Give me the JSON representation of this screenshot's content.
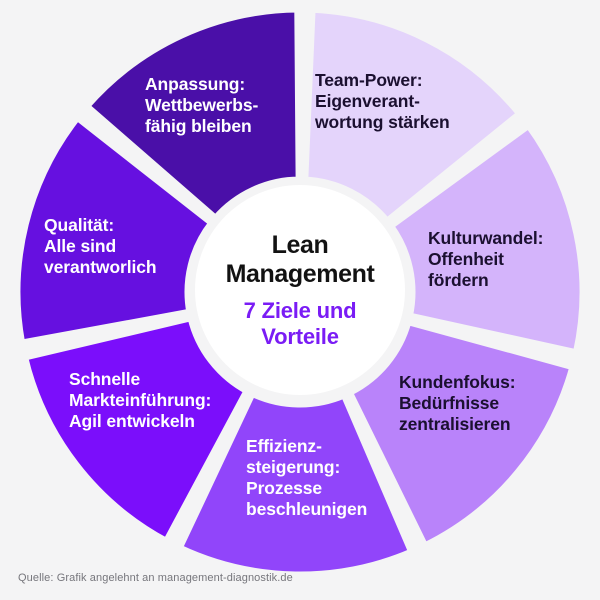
{
  "center": {
    "title": "Lean\nManagement",
    "subtitle": "7 Ziele und\nVorteile",
    "title_color": "#121212",
    "subtitle_color": "#7A1CF5"
  },
  "footer": {
    "source": "Quelle: Grafik angelehnt an management-diagnostik.de"
  },
  "background_color": "#f4f4f5",
  "chart_data": {
    "type": "pie",
    "title": "Lean Management – 7 Ziele und Vorteile",
    "subtitle": "7 Ziele und Vorteile",
    "variant": "donut",
    "legend": "none",
    "equal_segments": true,
    "segment_count": 7,
    "values": [
      1,
      1,
      1,
      1,
      1,
      1,
      1
    ],
    "categories": [
      "Team-Power: Eigenverantwortung stärken",
      "Kulturwandel: Offenheit fördern",
      "Kundenfokus: Bedürfnisse zentralisieren",
      "Effizienzsteigerung: Prozesse beschleunigen",
      "Schnelle Markteinführung: Agil entwickeln",
      "Qualität: Alle sind verantworlich",
      "Anpassung: Wettbewerbsfähig bleiben"
    ],
    "colors": [
      "#E4D4FB",
      "#D4B4FB",
      "#B983FA",
      "#9145FA",
      "#7B0EFB",
      "#6610E0",
      "#4A0FA8"
    ]
  },
  "segments": [
    {
      "id": "team-power",
      "label": "Team-Power:\nEigenverant-\nwortung stärken",
      "color": "#E4D4FB",
      "text_color": "#1b1030"
    },
    {
      "id": "kulturwandel",
      "label": "Kulturwandel:\nOffenheit\nfördern",
      "color": "#D4B4FB",
      "text_color": "#1b1030"
    },
    {
      "id": "kundenfokus",
      "label": "Kundenfokus:\nBedürfnisse\nzentralisieren",
      "color": "#B983FA",
      "text_color": "#1b1030"
    },
    {
      "id": "effizienzsteigerung",
      "label": "Effizienz-\nsteigerung:\nProzesse\nbeschleunigen",
      "color": "#9145FA",
      "text_color": "#ffffff"
    },
    {
      "id": "markteinfuehrung",
      "label": "Schnelle\nMarkteinführung:\nAgil entwickeln",
      "color": "#7B0EFB",
      "text_color": "#ffffff"
    },
    {
      "id": "qualitaet",
      "label": "Qualität:\nAlle sind\nverantworlich",
      "color": "#6610E0",
      "text_color": "#ffffff"
    },
    {
      "id": "anpassung",
      "label": "Anpassung:\nWettbewerbs-\nfähig bleiben",
      "color": "#4A0FA8",
      "text_color": "#ffffff"
    }
  ]
}
